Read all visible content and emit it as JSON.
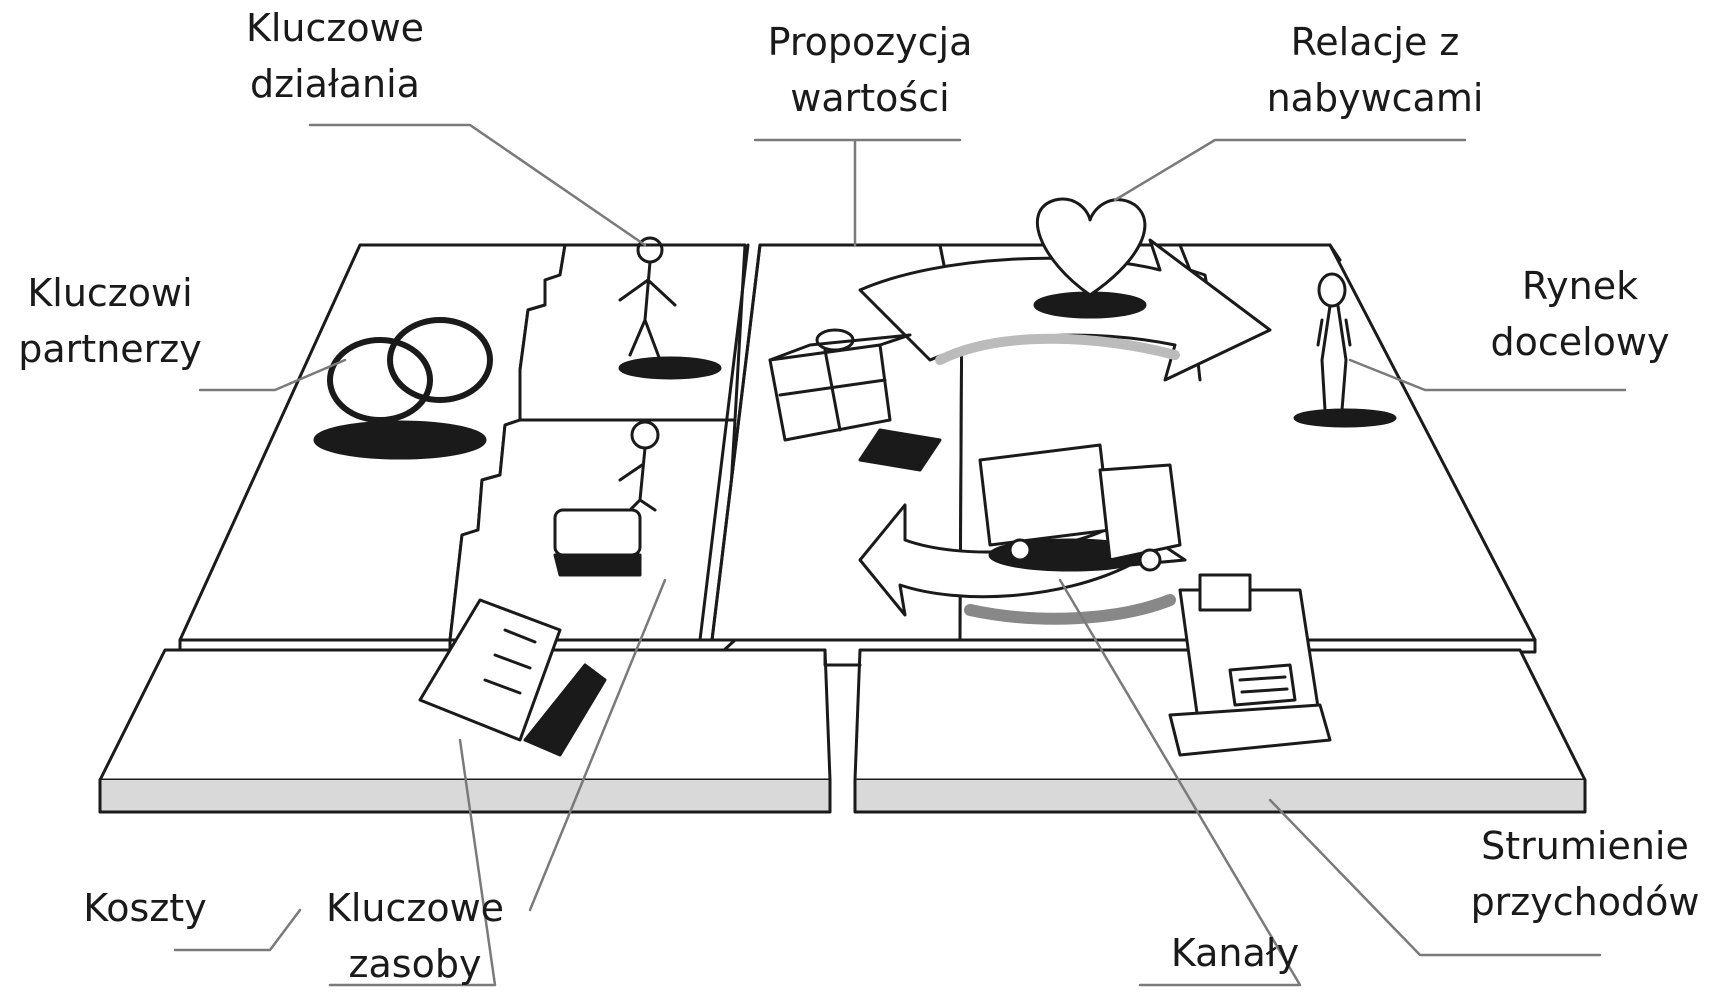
{
  "labels": {
    "key_activities": [
      "Kluczowe",
      "działania"
    ],
    "value_proposition": [
      "Propozycja",
      "wartości"
    ],
    "customer_relationships": [
      "Relacje z",
      "nabywcami"
    ],
    "key_partners": [
      "Kluczowi",
      "partnerzy"
    ],
    "customer_segments": [
      "Rynek",
      "docelowy"
    ],
    "cost_structure": [
      "Koszty"
    ],
    "key_resources": [
      "Kluczowe",
      "zasoby"
    ],
    "channels": [
      "Kanały"
    ],
    "revenue_streams": [
      "Strumienie",
      "przychodów"
    ]
  },
  "icons": [
    "interlocked-rings-icon",
    "worker-figure-icon",
    "gift-box-icon",
    "heart-icon",
    "standing-person-icon",
    "delivery-truck-icon",
    "document-papers-icon",
    "cash-register-icon",
    "machine-operator-icon"
  ],
  "colors": {
    "ink": "#1a1a1a",
    "board": "#ffffff",
    "shade": "#d9d9d9"
  }
}
